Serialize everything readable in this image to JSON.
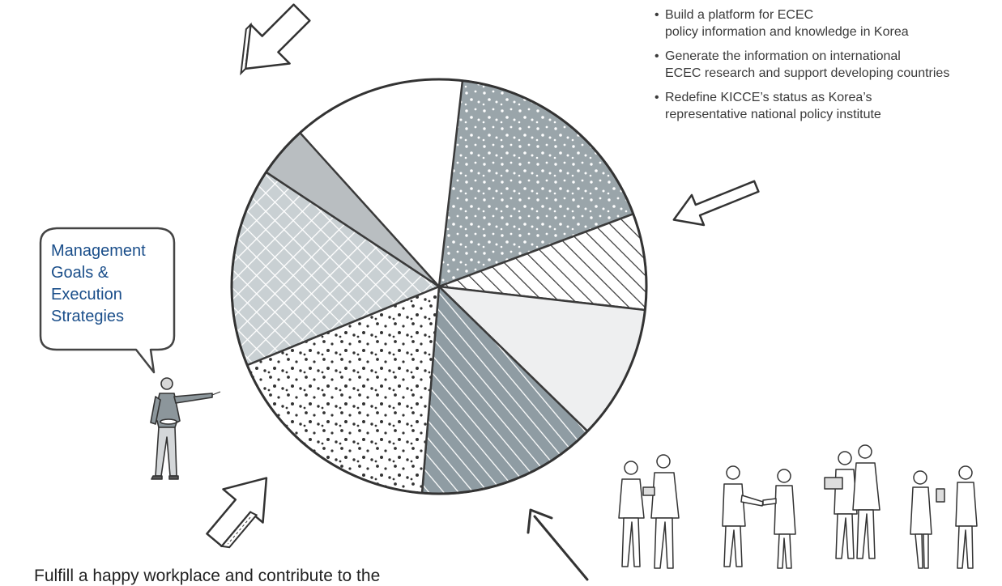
{
  "bullets": [
    {
      "line1": "Build a platform for ECEC",
      "line2": "policy information and knowledge in Korea"
    },
    {
      "line1": "Generate the information on international",
      "line2": "ECEC research and support developing countries"
    },
    {
      "line1": "Redefine KICCE’s status as Korea’s",
      "line2": "representative national policy institute"
    }
  ],
  "speech_bubble": {
    "lines": [
      "Management",
      "Goals &",
      "Execution",
      "Strategies"
    ],
    "text_color": "#1a4e8a"
  },
  "bottom_text": "Fulfill a happy workplace and contribute to the",
  "pie": {
    "slices": [
      {
        "name": "dotted-light",
        "fraction": 0.175,
        "fill": "#9aa5aa",
        "pattern": "white-dots"
      },
      {
        "name": "hatched-upper-right",
        "fraction": 0.075,
        "fill": "#ffffff",
        "pattern": "diagonal-lines"
      },
      {
        "name": "plain-light",
        "fraction": 0.105,
        "fill": "#eeeff0",
        "pattern": "none"
      },
      {
        "name": "striped-gray",
        "fraction": 0.14,
        "fill": "#8f9ca3",
        "pattern": "white-stripes"
      },
      {
        "name": "black-dotted",
        "fraction": 0.175,
        "fill": "#ffffff",
        "pattern": "black-dots"
      },
      {
        "name": "crosshatch",
        "fraction": 0.155,
        "fill": "#c9d0d3",
        "pattern": "crosshatch"
      },
      {
        "name": "plain-gray",
        "fraction": 0.04,
        "fill": "#b9bec1",
        "pattern": "none"
      }
    ],
    "start_angle_deg": -83.5
  },
  "icons": [
    "arrow-top-left-icon",
    "arrow-right-icon",
    "arrow-bottom-left-icon",
    "arrow-bottom-right-icon",
    "presenter-figure-icon",
    "business-people-icon",
    "speech-bubble-icon"
  ]
}
